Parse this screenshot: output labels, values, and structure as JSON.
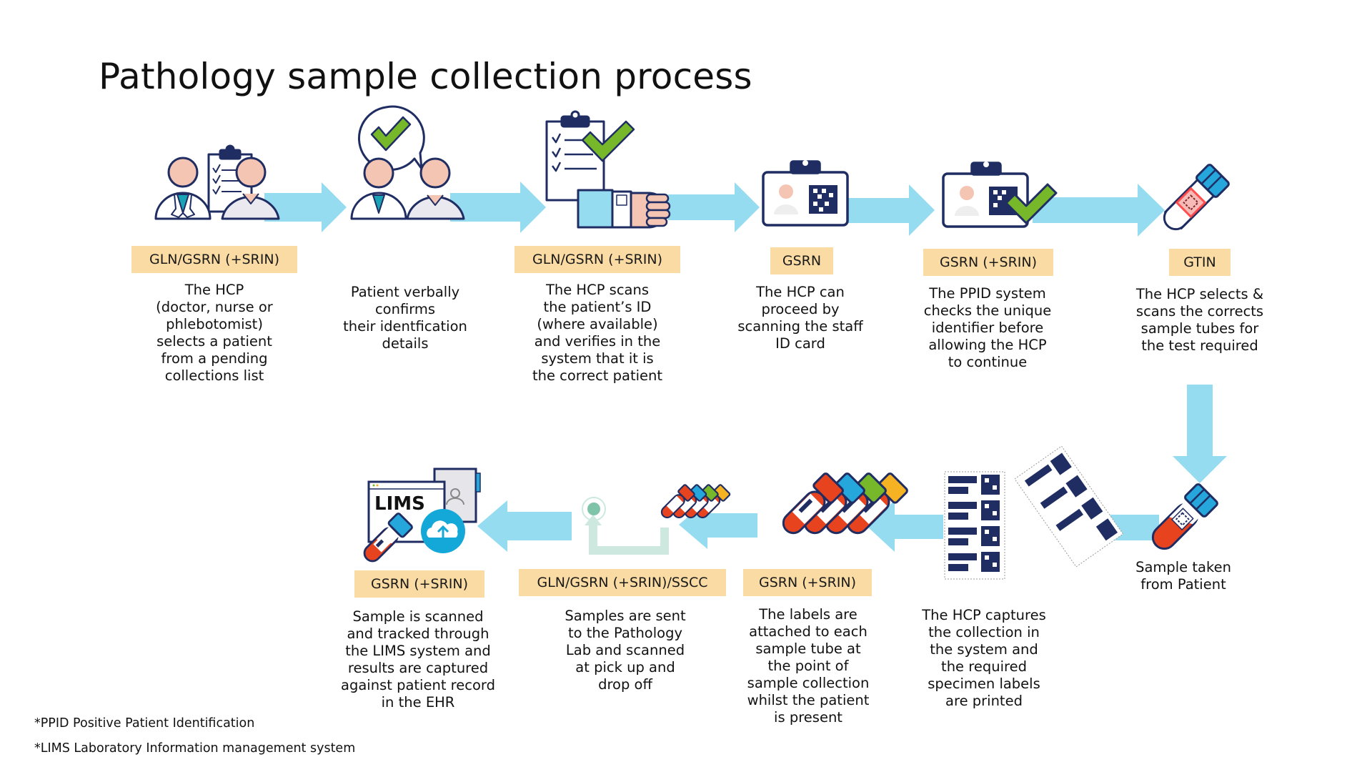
{
  "title": "Pathology sample collection process",
  "colors": {
    "arrow": "#95dcf0",
    "tag_bg": "#f9dba3",
    "navy": "#1f2d63",
    "skin": "#f5c5b3",
    "green": "#76b82a",
    "teal": "#1aa2b5",
    "tube_red": "#e8431f",
    "tube_cap_blue": "#25a7dc",
    "cloud_blue": "#14a8d8"
  },
  "steps": [
    {
      "id": 1,
      "icon": "hcp-patient-clipboard-icon",
      "tag": "GLN/GSRN (+SRIN)",
      "lines": [
        "The HCP",
        "(doctor, nurse or",
        "phlebotomist)",
        "selects a patient",
        "from a pending",
        "collections list"
      ]
    },
    {
      "id": 2,
      "icon": "speech-bubble-check-icon",
      "tag": "",
      "lines": [
        "Patient verbally",
        "confirms",
        "their identfication",
        "details"
      ]
    },
    {
      "id": 3,
      "icon": "clipboard-wristband-icon",
      "tag": "GLN/GSRN (+SRIN)",
      "lines": [
        "The HCP scans",
        "the patient’s ID",
        "(where available)",
        "and verifies in the",
        "system that it is",
        "the correct patient"
      ]
    },
    {
      "id": 4,
      "icon": "staff-id-card-icon",
      "tag": "GSRN",
      "lines": [
        "The HCP can",
        "proceed by",
        "scanning the staff",
        "ID card"
      ]
    },
    {
      "id": 5,
      "icon": "id-card-check-icon",
      "tag": "GSRN (+SRIN)",
      "lines": [
        "The PPID system",
        "checks the unique",
        "identifier before",
        "allowing the HCP",
        "to continue"
      ]
    },
    {
      "id": 6,
      "icon": "empty-tube-scan-icon",
      "tag": "GTIN",
      "lines": [
        "The HCP selects &",
        "scans the corrects",
        "sample tubes for",
        "the test required"
      ]
    },
    {
      "id": 7,
      "icon": "filled-tube-icon",
      "tag": "",
      "lines": [
        "Sample taken",
        "from Patient"
      ]
    },
    {
      "id": 8,
      "icon": "specimen-labels-icon",
      "tag": "",
      "lines": [
        "The HCP captures",
        "the  collection in",
        "the system and",
        "the required",
        "specimen labels",
        "are printed"
      ]
    },
    {
      "id": 9,
      "icon": "labelled-tubes-icon",
      "tag": "GSRN (+SRIN)",
      "lines": [
        "The labels are",
        "attached to each",
        "sample tube at",
        "the point of",
        "sample collection",
        "whilst the patient",
        "is present"
      ]
    },
    {
      "id": 10,
      "icon": "tubes-transport-icon",
      "tag": "GLN/GSRN (+SRIN)/SSCC",
      "lines": [
        "Samples are sent",
        "to the Pathology",
        "Lab and scanned",
        "at pick up and",
        "drop off"
      ]
    },
    {
      "id": 11,
      "icon": "lims-upload-icon",
      "icon_text": "LIMS",
      "tag": "GSRN (+SRIN)",
      "lines": [
        "Sample is scanned",
        "and tracked through",
        "the LIMS system and",
        "results are captured",
        "against patient record",
        "in the EHR"
      ]
    }
  ],
  "footnotes": [
    "*PPID Positive Patient Identification",
    "*LIMS Laboratory Information management system"
  ]
}
